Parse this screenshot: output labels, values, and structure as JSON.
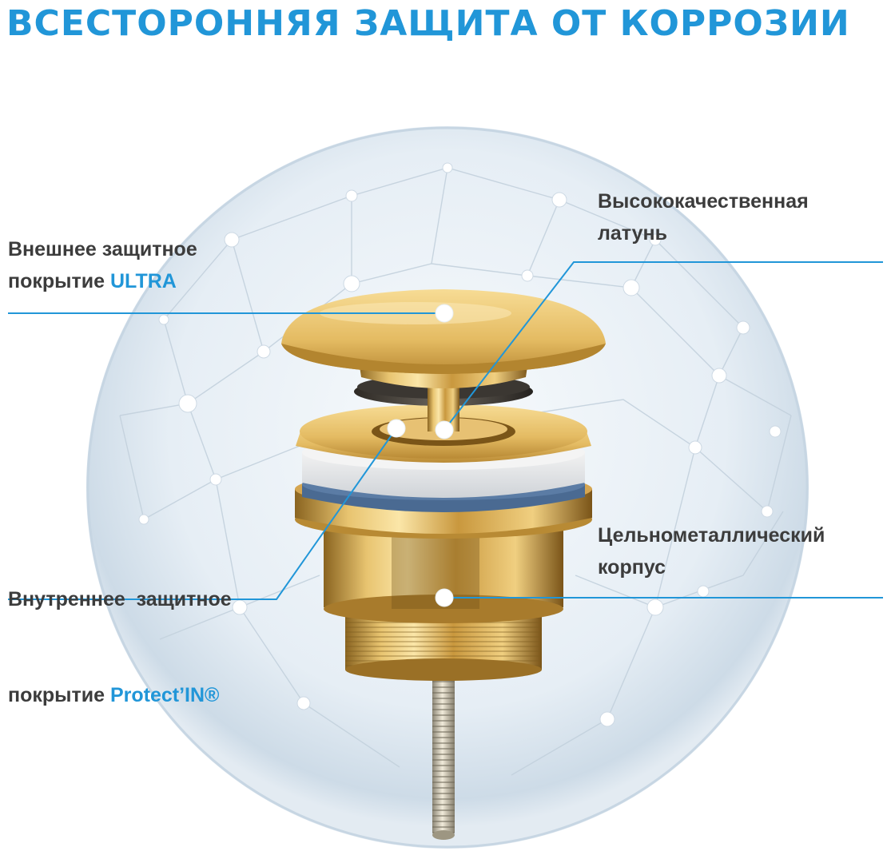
{
  "title": "ВСЕСТОРОННЯЯ ЗАЩИТА ОТ КОРРОЗИИ",
  "callouts": {
    "outer_coating": {
      "line1": "Внешнее защитное",
      "line2_prefix": "покрытие ",
      "line2_accent": "ULTRA"
    },
    "brass": {
      "line1": "Высококачественная",
      "line2": "латунь"
    },
    "inner_coating": {
      "line1": "Внутреннее  защитное",
      "line2_prefix": "покрытие ",
      "line2_accent": "Protect’IN®"
    },
    "body": {
      "line1": "Цельнометаллический",
      "line2": "корпус"
    }
  },
  "colors": {
    "accent": "#2196d8",
    "text": "#3c3c3c",
    "gold": "#d8aa4e",
    "seal_blue": "#4a6a92"
  },
  "illustration": {
    "subject": "gold-drain-valve-icon",
    "background": "protective-sphere-icon"
  }
}
